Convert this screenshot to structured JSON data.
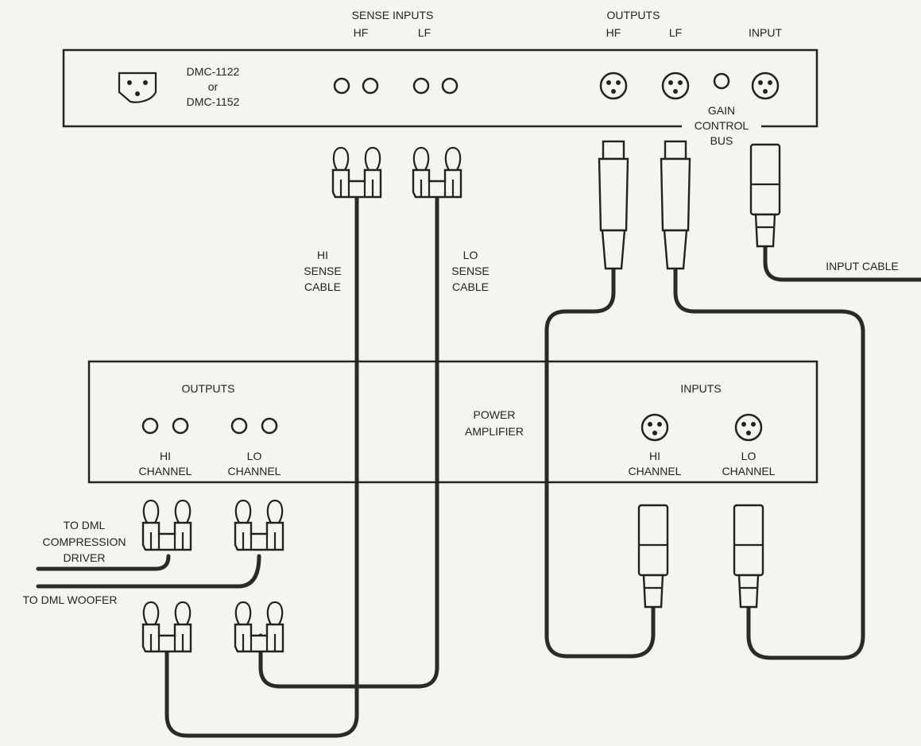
{
  "processor": {
    "model_line1": "DMC-1122",
    "model_or": "or",
    "model_line2": "DMC-1152",
    "sense_inputs_header": "SENSE INPUTS",
    "sense_hf": "HF",
    "sense_lf": "LF",
    "outputs_header": "OUTPUTS",
    "outputs_hf": "HF",
    "outputs_lf": "LF",
    "input_header": "INPUT",
    "gain_line1": "GAIN",
    "gain_line2": "CONTROL",
    "gain_line3": "BUS"
  },
  "cables": {
    "hi_sense_line1": "HI",
    "hi_sense_line2": "SENSE",
    "hi_sense_line3": "CABLE",
    "lo_sense_line1": "LO",
    "lo_sense_line2": "SENSE",
    "lo_sense_line3": "CABLE",
    "input_cable": "INPUT CABLE"
  },
  "amplifier": {
    "outputs_header": "OUTPUTS",
    "hi_channel_line1": "HI",
    "hi_channel_line2": "CHANNEL",
    "lo_channel_line1": "LO",
    "lo_channel_line2": "CHANNEL",
    "name_line1": "POWER",
    "name_line2": "AMPLIFIER",
    "inputs_header": "INPUTS",
    "in_hi_line1": "HI",
    "in_hi_line2": "CHANNEL",
    "in_lo_line1": "LO",
    "in_lo_line2": "CHANNEL"
  },
  "destinations": {
    "driver_line1": "TO DML",
    "driver_line2": "COMPRESSION",
    "driver_line3": "DRIVER",
    "woofer": "TO DML WOOFER"
  }
}
